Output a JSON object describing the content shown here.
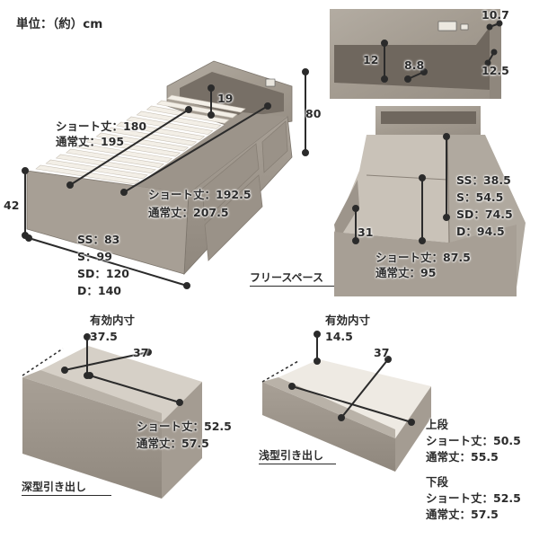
{
  "unit_label": "単位：（約）cm",
  "bed": {
    "headboard_depth": "19",
    "height": "80",
    "base_height": "42",
    "slat_length": [
      "ショート丈：180",
      "通常丈：195"
    ],
    "total_length": [
      "ショート丈：192.5",
      "通常丈：207.5"
    ],
    "widths": [
      "SS：83",
      "S：99",
      "SD：120",
      "D：140"
    ]
  },
  "headboard_detail": {
    "outlet_height": "12",
    "outlet_width": "8.8",
    "depth": "10.7",
    "shelf_height": "12.5"
  },
  "inner": {
    "under_space_height": "31",
    "inner_widths": [
      "SS：38.5",
      "S：54.5",
      "SD：74.5",
      "D：94.5"
    ],
    "inner_length": [
      "ショート丈：87.5",
      "通常丈：95"
    ],
    "free_space": "フリースペース"
  },
  "deep_drawer": {
    "inner_label": "有効内寸",
    "inner_height": "37.5",
    "width": "37",
    "length": [
      "ショート丈：52.5",
      "通常丈：57.5"
    ],
    "caption": "深型引き出し"
  },
  "shallow_drawer": {
    "inner_label": "有効内寸",
    "inner_height": "14.5",
    "width": "37",
    "upper_label": "上段",
    "upper_length": [
      "ショート丈：50.5",
      "通常丈：55.5"
    ],
    "lower_label": "下段",
    "lower_length": [
      "ショート丈：52.5",
      "通常丈：57.5"
    ],
    "caption": "浅型引き出し"
  },
  "colors": {
    "wood": "#a59d93",
    "wood_dark": "#8b8379",
    "wood_light": "#bdb6ac",
    "slat": "#f3efe7",
    "line": "#2b2b2b"
  }
}
